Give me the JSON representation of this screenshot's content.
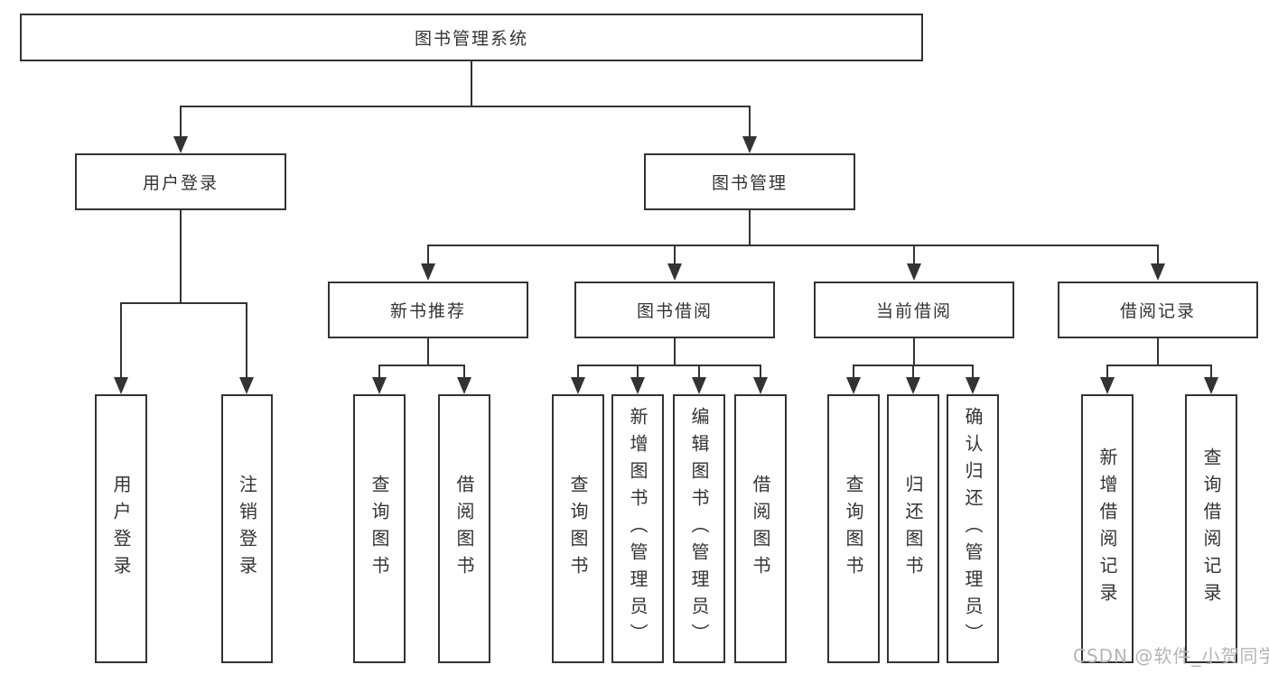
{
  "diagram": {
    "line_color": "#333333",
    "text_color": "#333333",
    "root": {
      "label": "图书管理系统"
    },
    "level2": [
      {
        "label": "用户登录"
      },
      {
        "label": "图书管理"
      }
    ],
    "level3": [
      {
        "label": "新书推荐"
      },
      {
        "label": "图书借阅"
      },
      {
        "label": "当前借阅"
      },
      {
        "label": "借阅记录"
      }
    ],
    "leaves": [
      {
        "label": "用户登录"
      },
      {
        "label": "注销登录"
      },
      {
        "label": "查询图书"
      },
      {
        "label": "借阅图书"
      },
      {
        "label": "查询图书"
      },
      {
        "label": "新增图书（管理员）"
      },
      {
        "label": "编辑图书（管理员）"
      },
      {
        "label": "借阅图书"
      },
      {
        "label": "查询图书"
      },
      {
        "label": "归还图书"
      },
      {
        "label": "确认归还（管理员）"
      },
      {
        "label": "新增借阅记录"
      },
      {
        "label": "查询借阅记录"
      }
    ]
  },
  "watermark": {
    "text": "CSDN @软件_小贺同学",
    "color": "#b5b5b5"
  }
}
